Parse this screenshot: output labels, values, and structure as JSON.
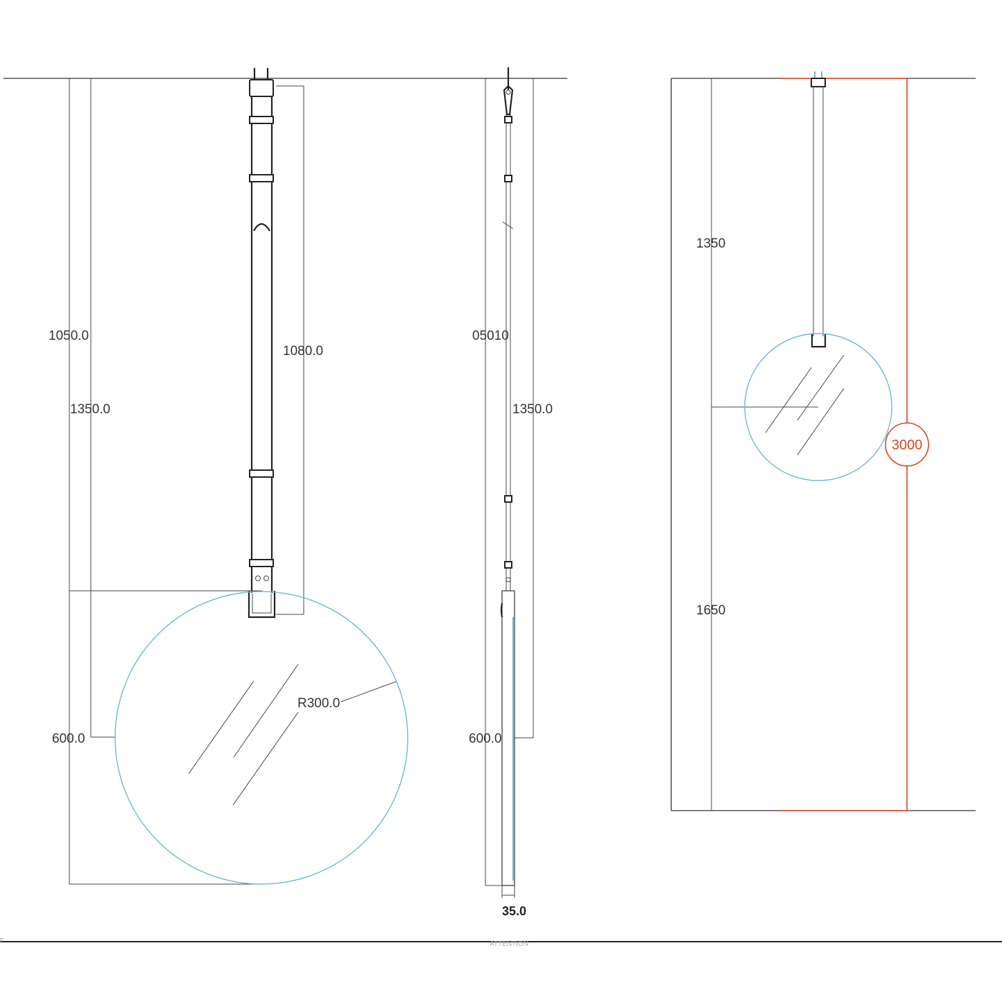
{
  "colors": {
    "line": "#333333",
    "glass": "#6cb8d6",
    "accent": "#d9451f",
    "text": "#333333"
  },
  "front_view": {
    "dim_total_left": "1050.0",
    "dim_to_center": "1350.0",
    "dim_rod": "1080.0",
    "dim_radius": "R300.0",
    "dim_lower": "600.0"
  },
  "side_view": {
    "dim_rod_mirrored": "05010",
    "dim_to_center": "1350.0",
    "dim_lower": "600.0",
    "dim_thickness": "35.0"
  },
  "install_view": {
    "dim_upper": "1350",
    "dim_lower": "1650",
    "dim_ceiling_height": "3000"
  },
  "footer": {
    "note_text": "ATTENTION",
    "left_mark": "F"
  }
}
